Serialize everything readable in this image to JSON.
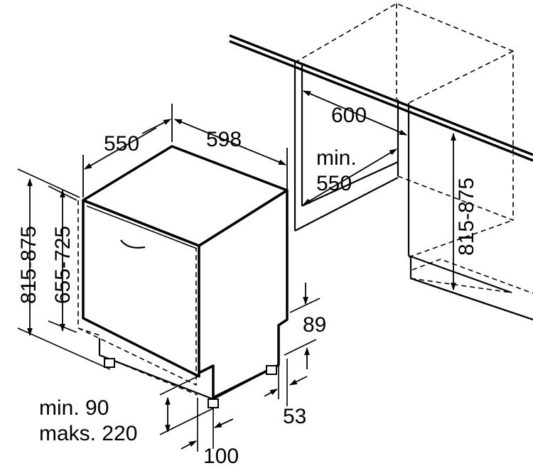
{
  "dimensions": {
    "depth": "550",
    "width": "598",
    "niche_width": "600",
    "niche_depth_min": "min.",
    "niche_depth_value": "550",
    "niche_height": "815-875",
    "total_height": "815-875",
    "appliance_height": "655-725",
    "toe_kick_height": "89",
    "toe_kick_depth": "53",
    "plinth_line1": "min. 90",
    "plinth_line2": "maks. 220",
    "plinth_depth": "100"
  }
}
